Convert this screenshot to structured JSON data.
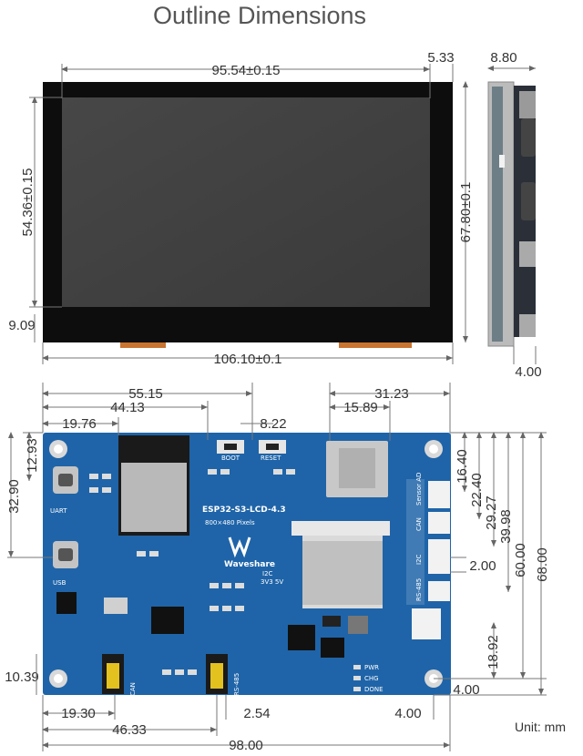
{
  "title": "Outline Dimensions",
  "unit_label": "Unit: mm",
  "dimensions_top": {
    "width": "95.54±0.15",
    "right_margin": "5.33",
    "depth": "8.80",
    "height": "54.36±0.15",
    "outer_height": "67.80±0.1",
    "bottom_margin": "9.09",
    "outer_width": "106.10±0.1",
    "side_bottom": "4.00"
  },
  "dimensions_bottom": {
    "d1": "55.15",
    "d2": "44.13",
    "d3": "19.76",
    "d4": "8.22",
    "d5": "31.23",
    "d6": "15.89",
    "d7": "12.93",
    "d8": "32.90",
    "d9": "16.40",
    "d10": "22.40",
    "d11": "29.27",
    "d12": "39.98",
    "d13": "2.00",
    "d14": "60.00",
    "d15": "68.00",
    "d16": "18.92",
    "d17": "10.39",
    "d18": "4.00",
    "d19": "19.30",
    "d20": "2.54",
    "d21": "4.00",
    "d22": "46.33",
    "d23": "98.00"
  },
  "board": {
    "name": "ESP32-S3-LCD-4.3",
    "pixels": "800×480 Pixels",
    "brand": "Waveshare",
    "boot": "BOOT",
    "reset": "RESET",
    "uart": "UART",
    "usb": "USB",
    "sensor": "Sensor AD",
    "can": "CAN",
    "i2c": "I2C",
    "rs485": "RS-485",
    "i2c_v": "3V3 5V",
    "pwr": "PWR",
    "chg": "CHG",
    "done": "DONE",
    "cam": "CAN",
    "rs485b": "RS-485",
    "colors": {
      "pcb": "#1f64a8",
      "header": "#f2f2f2",
      "gold": "#d8b25c"
    }
  }
}
